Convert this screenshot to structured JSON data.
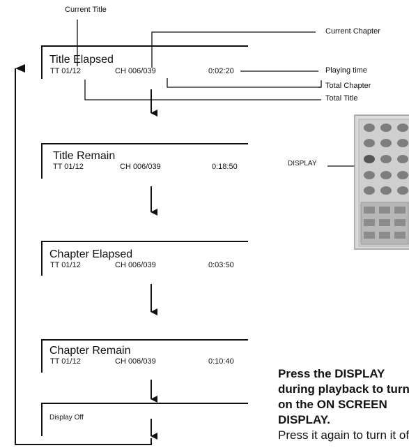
{
  "callouts": {
    "current_title": "Current Title",
    "current_chapter": "Current Chapter",
    "playing_time": "Playing time",
    "total_chapter": "Total Chapter",
    "total_title": "Total Title",
    "display": "DISPLAY"
  },
  "screens": [
    {
      "title": "Title Elapsed",
      "tt": "TT  01/12",
      "ch": "CH  006/039",
      "time": "0:02:20"
    },
    {
      "title": "Title Remain",
      "tt": "TT  01/12",
      "ch": "CH  006/039",
      "time": "0:18:50"
    },
    {
      "title": "Chapter Elapsed",
      "tt": "TT  01/12",
      "ch": "CH  006/039",
      "time": "0:03:50"
    },
    {
      "title": "Chapter Remain",
      "tt": "TT  01/12",
      "ch": "CH  006/039",
      "time": "0:10:40"
    },
    {
      "title": "Display Off"
    }
  ],
  "instructions": {
    "bold": "Press the DISPLAY during playback to turn on the ON SCREEN DISPLAY.",
    "normal": "Press it again to turn it off."
  }
}
